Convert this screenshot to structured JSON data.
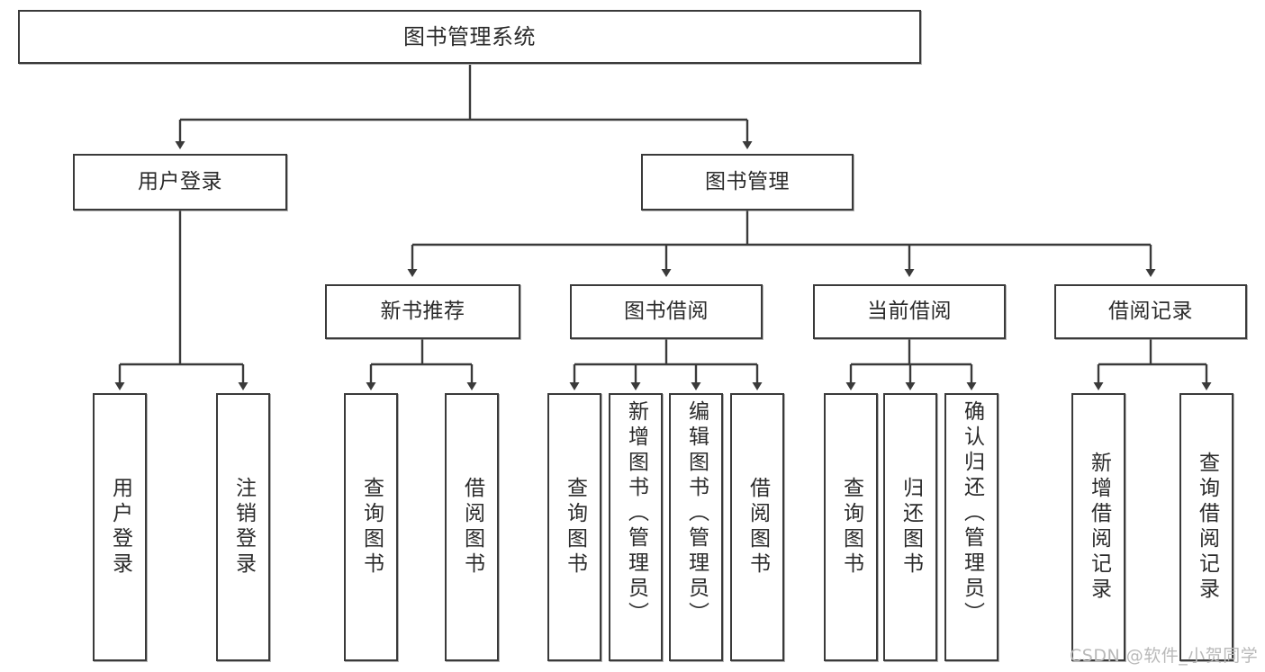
{
  "diagram": {
    "title": "图书管理系统",
    "watermark": "CSDN @软件_小贺同学",
    "colors": {
      "stroke": "#3a3a3a",
      "fill": "#ffffff",
      "text": "#2b2b2b",
      "watermark": "#b9b9b9"
    },
    "nodes": {
      "root": "图书管理系统",
      "level2": [
        "用户登录",
        "图书管理"
      ],
      "level3": [
        "新书推荐",
        "图书借阅",
        "当前借阅",
        "借阅记录"
      ],
      "leaves": {
        "user_login": [
          "用户登录",
          "注销登录"
        ],
        "new_book": [
          "查询图书",
          "借阅图书"
        ],
        "book_borrow": [
          "查询图书",
          "新增图书（管理员）",
          "编辑图书（管理员）",
          "借阅图书"
        ],
        "current_borrow": [
          "查询图书",
          "归还图书",
          "确认归还（管理员）"
        ],
        "borrow_record": [
          "新增借阅记录",
          "查询借阅记录"
        ]
      }
    }
  }
}
